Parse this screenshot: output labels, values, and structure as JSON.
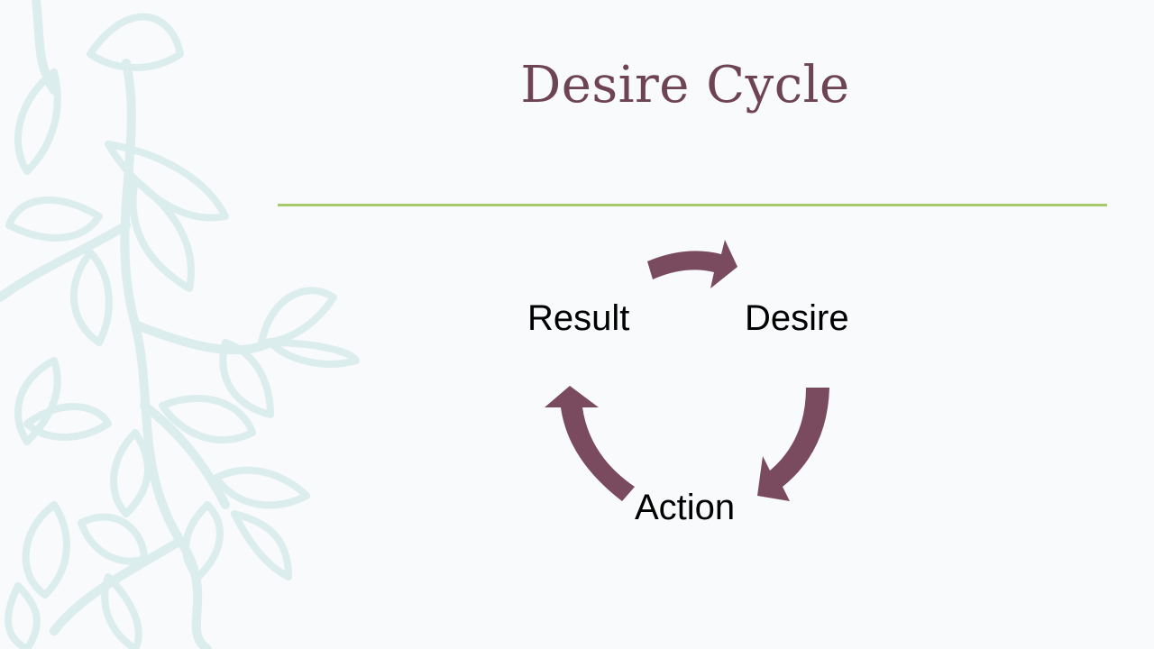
{
  "slide": {
    "title": "Desire Cycle",
    "colors": {
      "title": "#6e4353",
      "rule": "#a7c96c",
      "arrow": "#7a4a5e",
      "vine": "#dcedee",
      "background": "#f8fafb"
    },
    "decoration": "leaf-vine"
  },
  "cycle": {
    "nodes": [
      "Desire",
      "Action",
      "Result"
    ],
    "arrow_direction": "clockwise"
  }
}
